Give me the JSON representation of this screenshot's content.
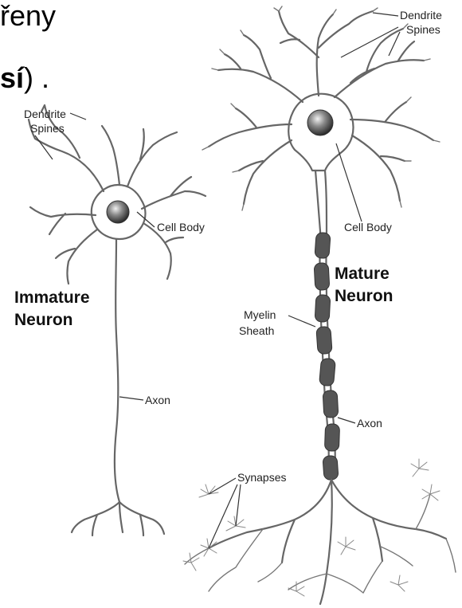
{
  "text_fragments": {
    "top_line": "řeny",
    "second_line_bold": "sí",
    "second_line_rest": ") ."
  },
  "diagram": {
    "immature": {
      "title_line1": "Immature",
      "title_line2": "Neuron",
      "dendrite_spines_line1": "Dendrite",
      "dendrite_spines_line2": "Spines",
      "cell_body": "Cell Body",
      "axon": "Axon"
    },
    "mature": {
      "title_line1": "Mature",
      "title_line2": "Neuron",
      "dendrite_spines_line1": "Dendrite",
      "dendrite_spines_line2": "Spines",
      "cell_body": "Cell Body",
      "myelin_line1": "Myelin",
      "myelin_line2": "Sheath",
      "axon": "Axon",
      "synapses": "Synapses"
    }
  },
  "colors": {
    "neuron_stroke": "#666666",
    "myelin_fill": "#555555",
    "nucleus_dark": "#333333",
    "background": "#ffffff"
  }
}
